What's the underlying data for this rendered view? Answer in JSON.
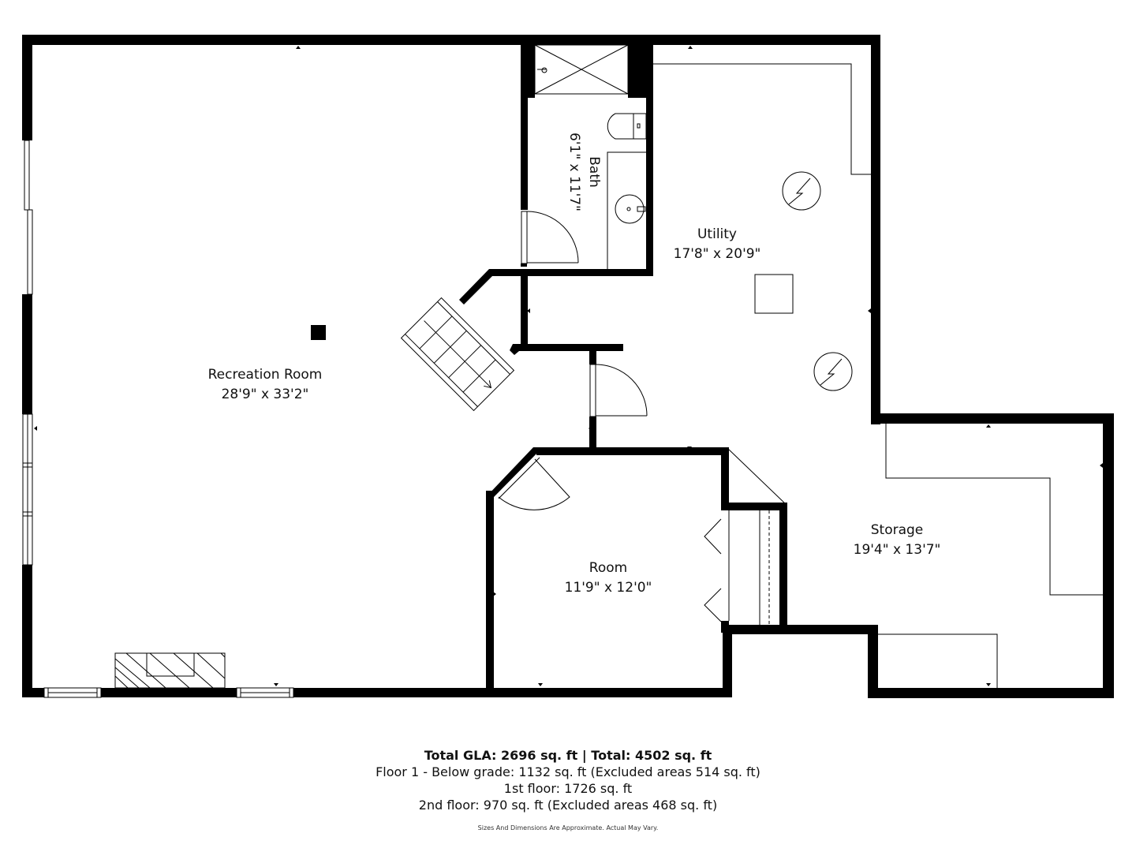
{
  "floorplan": {
    "rooms": [
      {
        "name": "Recreation Room",
        "dimensions": "28'9\" x 33'2\""
      },
      {
        "name": "Bath",
        "dimensions": "6'1\" x 11'7\""
      },
      {
        "name": "Utility",
        "dimensions": "17'8\" x 20'9\""
      },
      {
        "name": "Room",
        "dimensions": "11'9\" x 12'0\""
      },
      {
        "name": "Storage",
        "dimensions": "19'4\" x 13'7\""
      }
    ],
    "fixtures": [
      "stairs-icon",
      "shower-icon",
      "toilet-icon",
      "sink-icon",
      "water-heater-icon",
      "furnace-icon",
      "fireplace-icon",
      "column-icon"
    ],
    "wall_color": "#000000",
    "background_color": "#ffffff"
  },
  "summary": {
    "title": "Total GLA: 2696 sq. ft | Total: 4502 sq. ft",
    "lines": [
      "Floor 1 - Below grade: 1132 sq. ft (Excluded areas 514 sq. ft)",
      "1st floor: 1726 sq. ft",
      "2nd floor: 970 sq. ft (Excluded areas 468 sq. ft)"
    ],
    "disclaimer": "Sizes And Dimensions Are Approximate. Actual May Vary."
  }
}
